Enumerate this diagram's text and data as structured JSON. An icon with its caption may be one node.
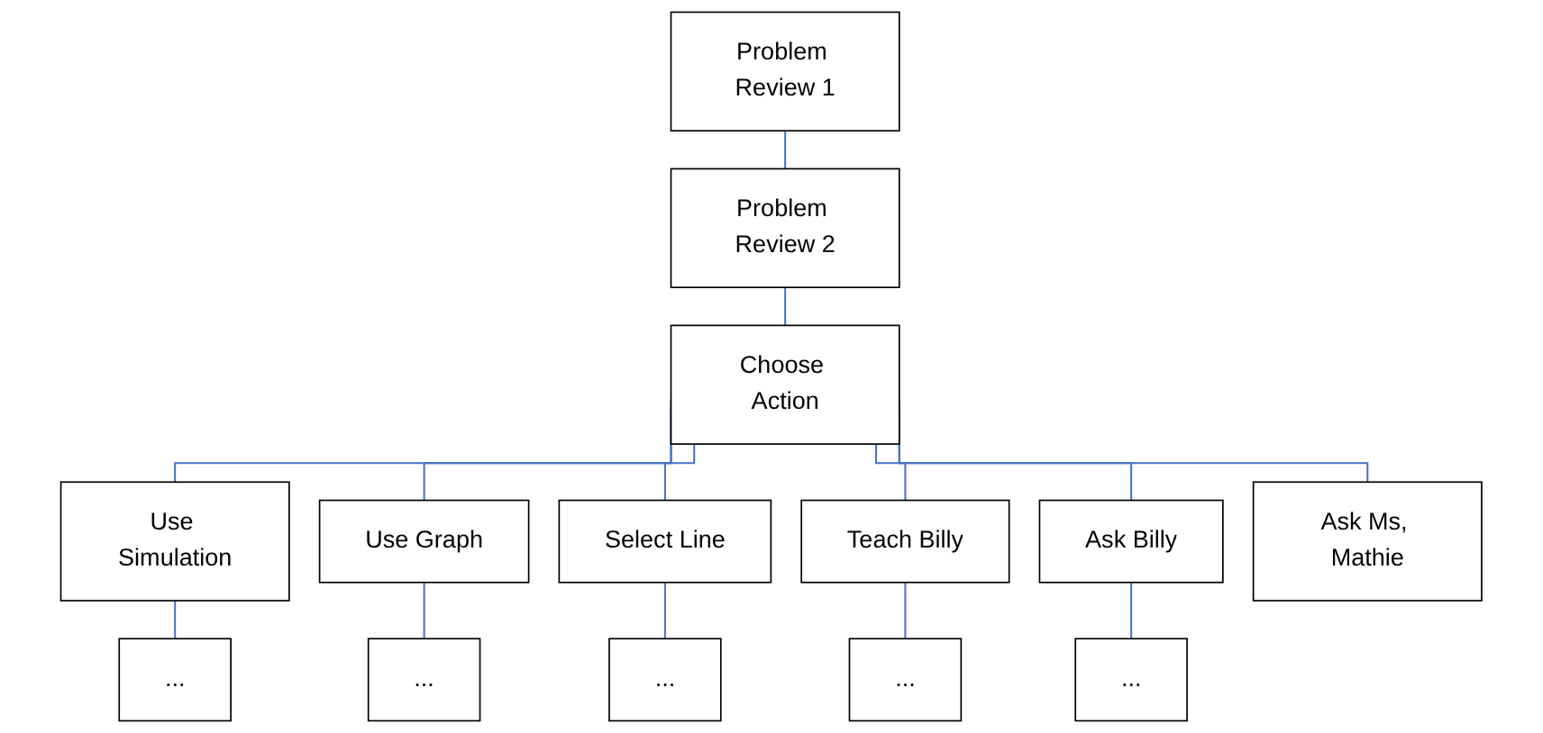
{
  "diagram": {
    "nodes": [
      {
        "text": [
          "Problem Review 1"
        ]
      },
      {
        "text": [
          "Problem Review 2"
        ]
      },
      {
        "text": [
          "Choose Action"
        ]
      },
      {
        "text": [
          "Use Simulation"
        ]
      },
      {
        "text": [
          "Use Graph"
        ]
      },
      {
        "text": [
          "Select Line"
        ]
      },
      {
        "text": [
          "Teach Billy"
        ]
      },
      {
        "text": [
          "Ask Billy"
        ]
      },
      {
        "text": [
          "Ask Ms, Mathie"
        ]
      },
      {
        "text": [
          "..."
        ]
      },
      {
        "text": [
          "..."
        ]
      },
      {
        "text": [
          "..."
        ]
      },
      {
        "text": [
          "..."
        ]
      },
      {
        "text": [
          "..."
        ]
      }
    ],
    "edges": [
      {
        "from": 0,
        "to": 1,
        "arrow": "none"
      },
      {
        "from": 1,
        "to": 2,
        "arrow": "none"
      },
      {
        "from": 2,
        "to": 3,
        "arrow": "none"
      },
      {
        "from": 2,
        "to": 4,
        "arrow": "none"
      },
      {
        "from": 2,
        "to": 5,
        "arrow": "none"
      },
      {
        "from": 2,
        "to": 6,
        "arrow": "none"
      },
      {
        "from": 2,
        "to": 7,
        "arrow": "none"
      },
      {
        "from": 2,
        "to": 8,
        "arrow": "none"
      },
      {
        "from": 3,
        "to": 9,
        "arrow": "none"
      },
      {
        "from": 4,
        "to": 10,
        "arrow": "none"
      },
      {
        "from": 5,
        "to": 11,
        "arrow": "none"
      },
      {
        "from": 6,
        "to": 12,
        "arrow": "none"
      },
      {
        "from": 7,
        "to": 13,
        "arrow": "none"
      }
    ]
  }
}
